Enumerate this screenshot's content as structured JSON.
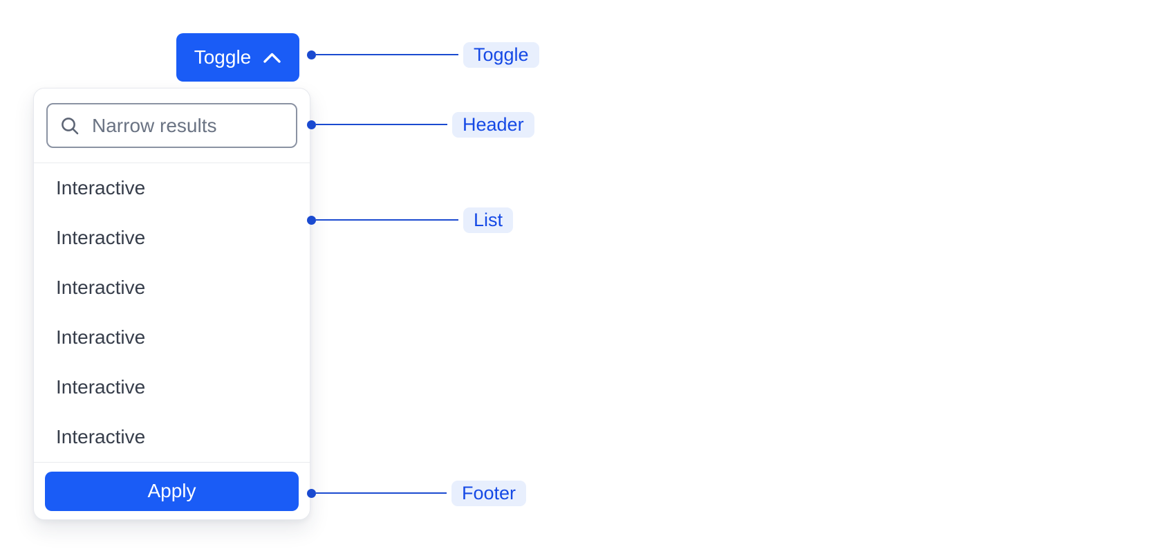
{
  "toggle": {
    "label": "Toggle",
    "icon": "chevron-up-icon"
  },
  "dropdown": {
    "search_placeholder": "Narrow results",
    "search_icon": "search-icon",
    "items": [
      "Interactive",
      "Interactive",
      "Interactive",
      "Interactive",
      "Interactive",
      "Interactive"
    ],
    "footer": {
      "apply_label": "Apply"
    }
  },
  "annotations": {
    "toggle": "Toggle",
    "header": "Header",
    "list": "List",
    "footer": "Footer"
  },
  "colors": {
    "primary_blue": "#1a5cf6",
    "annotation_line_blue": "#1a4ad0",
    "annotation_text_blue": "#1549e5",
    "annotation_pill_bg": "#e8effd",
    "list_text": "#363d4a",
    "placeholder_gray": "#6a7383",
    "input_border_gray": "#8a92a2",
    "panel_border_gray": "#e7e9ee"
  }
}
